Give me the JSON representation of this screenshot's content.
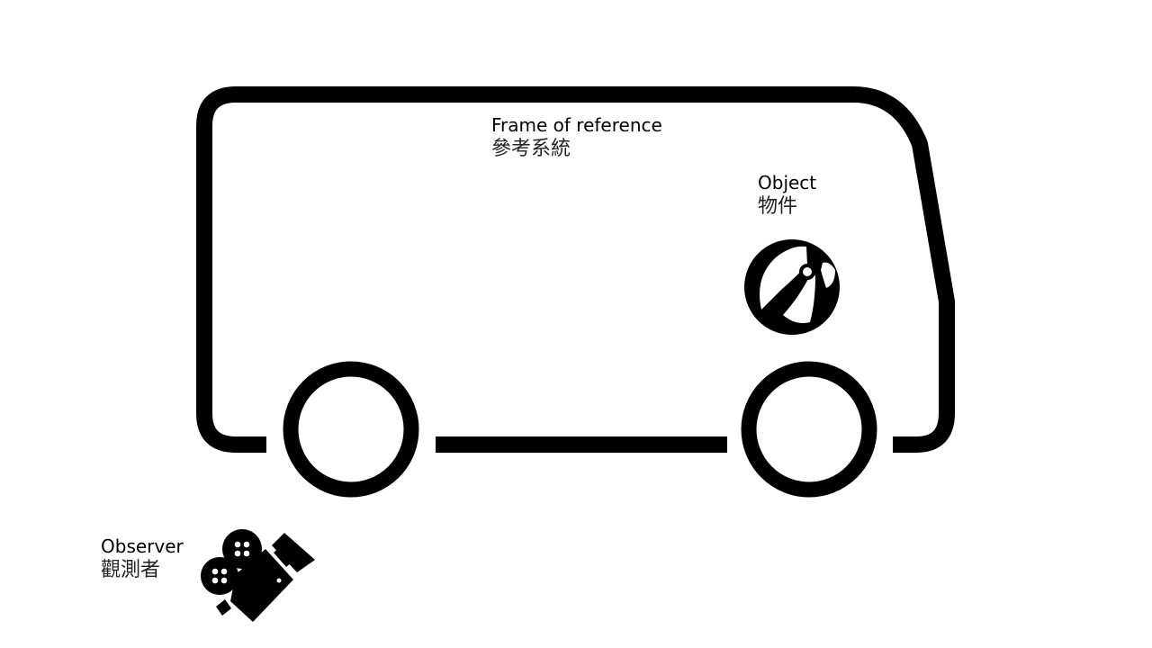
{
  "labels": {
    "frame": {
      "en": "Frame of reference",
      "zh": "參考系統"
    },
    "object": {
      "en": "Object",
      "zh": "物件"
    },
    "observer": {
      "en": "Observer",
      "zh": "觀測者"
    }
  },
  "icons": {
    "vehicle": "van-outline-icon",
    "object": "beach-ball-icon",
    "observer": "movie-camera-icon"
  },
  "colors": {
    "stroke": "#000000",
    "background": "#ffffff"
  }
}
